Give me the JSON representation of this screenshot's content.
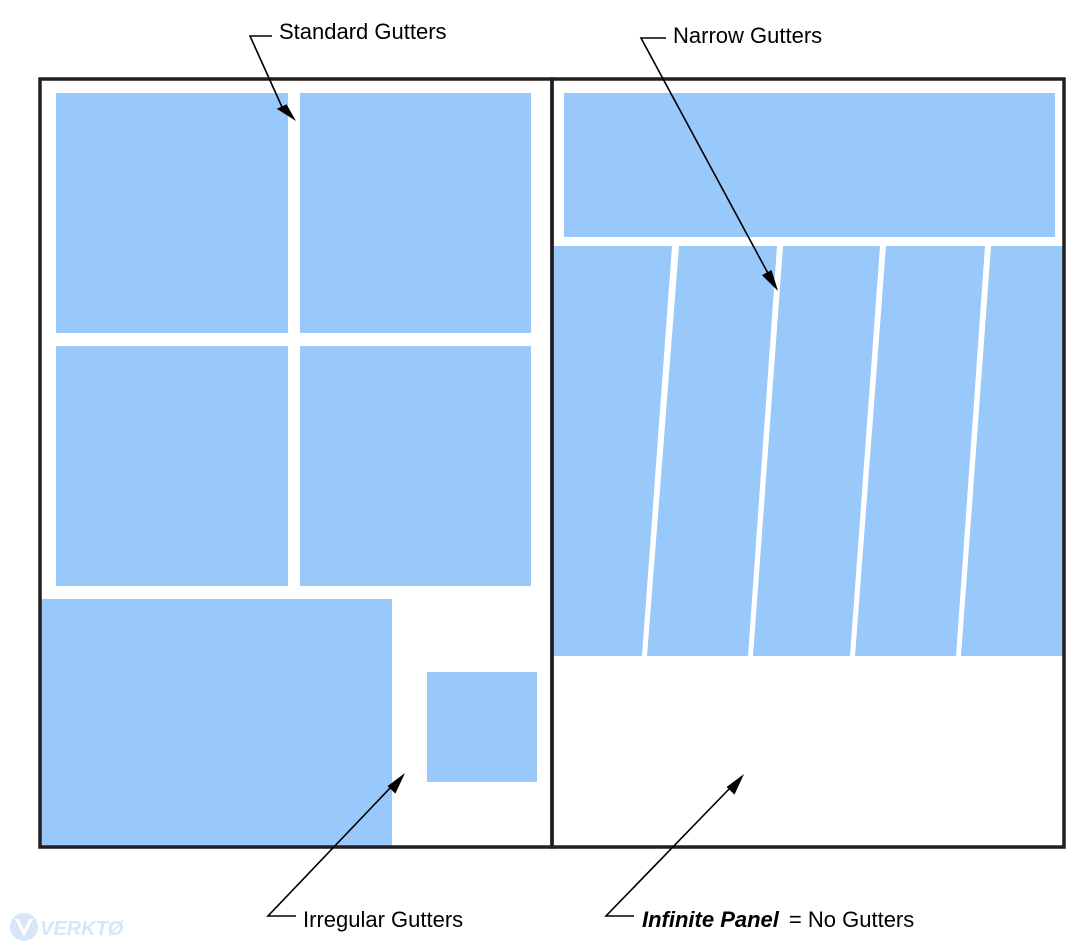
{
  "labels": {
    "standard_gutters": "Standard Gutters",
    "narrow_gutters": "Narrow Gutters",
    "irregular_gutters": "Irregular Gutters",
    "infinite_panel": "Infinite Panel",
    "no_gutters": "= No Gutters"
  },
  "watermark": {
    "text": "VERKTØ"
  },
  "colors": {
    "panel_fill": "#99c9fa",
    "frame_stroke": "#231f20",
    "arrow": "#000000",
    "background": "#ffffff"
  }
}
